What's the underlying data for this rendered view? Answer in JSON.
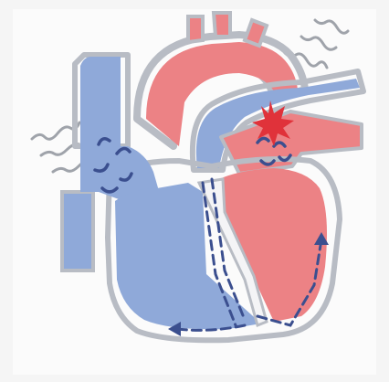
{
  "diagram": {
    "colors": {
      "background": "#f5f5f5",
      "paper": "#fbfbfb",
      "deoxygenated_blue": "#8fa9d9",
      "oxygenated_red": "#ec8285",
      "outline_gray": "#b8bcc4",
      "flow_arrow_navy": "#3b4f8f",
      "burst_red": "#e0323a",
      "vibration_gray": "#9fa3aa"
    },
    "icons": [
      "heart-cross-section",
      "superior-vena-cava",
      "aorta-arch",
      "pulmonary-artery",
      "turbulent-flow-arrows",
      "impact-burst",
      "conduction-path-dashed-arrows",
      "vibration-wave-lines"
    ]
  }
}
